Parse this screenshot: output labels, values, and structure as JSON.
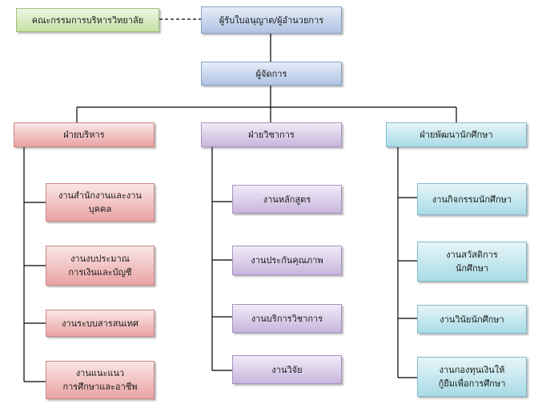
{
  "org_chart": {
    "top": {
      "college_board": "คณะกรรมการบริหารวิทยาลัย",
      "licensee": "ผู้รับใบอนุญาต/ผู้อำนวยการ",
      "manager": "ผู้จัดการ"
    },
    "departments": [
      {
        "label": "ฝ่ายบริหาร",
        "units": [
          [
            "งานสำนักงานและงาน",
            "บุคคล"
          ],
          [
            "งานงบประมาณ",
            "การเงินและบัญชี"
          ],
          [
            "งานระบบสารสนเทศ"
          ],
          [
            "งานแนะแนว",
            "การศึกษาและอาชีพ"
          ]
        ]
      },
      {
        "label": "ฝ่ายวิชาการ",
        "units": [
          [
            "งานหลักสูตร"
          ],
          [
            "งานประกันคุณภาพ"
          ],
          [
            "งานบริการวิชาการ"
          ],
          [
            "งานวิจัย"
          ]
        ]
      },
      {
        "label": "ฝ่ายพัฒนานักศึกษา",
        "units": [
          [
            "งานกิจกรรมนักศึกษา"
          ],
          [
            "งานสวัสดิการ",
            "นักศึกษา"
          ],
          [
            "งานวินัยนักศึกษา"
          ],
          [
            "งานกองทุนเงินให้",
            "กู้ยืมเพื่อการศึกษา"
          ]
        ]
      }
    ]
  }
}
